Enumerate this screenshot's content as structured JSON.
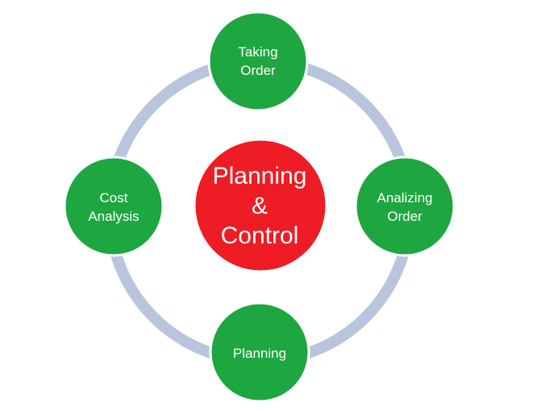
{
  "diagram": {
    "center": {
      "lines": [
        "Planning",
        "&",
        "Control"
      ],
      "color": "#ee1c24"
    },
    "nodes": [
      {
        "id": "taking-order",
        "lines": [
          "Taking",
          "Order"
        ]
      },
      {
        "id": "analizing-order",
        "lines": [
          "Analizing",
          "Order"
        ]
      },
      {
        "id": "planning",
        "lines": [
          "Planning"
        ]
      },
      {
        "id": "cost-analysis",
        "lines": [
          "Cost",
          "Analysis"
        ]
      }
    ],
    "colors": {
      "node_fill": "#1ea640",
      "node_stroke": "#ffffff",
      "ring": "#b8c5dc",
      "text": "#ffffff"
    }
  }
}
